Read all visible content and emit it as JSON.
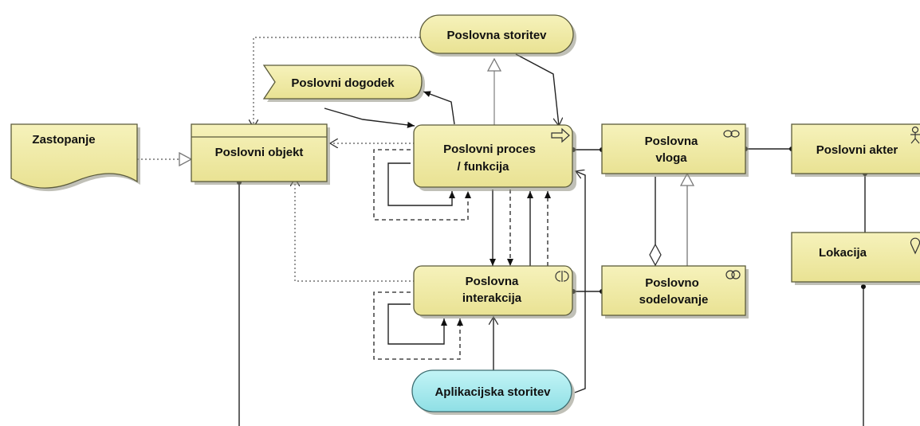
{
  "nodes": {
    "poslovna_storitev": "Poslovna storitev",
    "poslovni_dogodek": "Poslovni dogodek",
    "zastopanje": "Zastopanje",
    "poslovni_objekt": "Poslovni objekt",
    "poslovni_proces_1": "Poslovni proces",
    "poslovni_proces_2": "/ funkcija",
    "poslovna_vloga_1": "Poslovna",
    "poslovna_vloga_2": "vloga",
    "poslovni_akter": "Poslovni akter",
    "lokacija": "Lokacija",
    "poslovna_interakcija_1": "Poslovna",
    "poslovna_interakcija_2": "interakcija",
    "poslovno_sodelovanje_1": "Poslovno",
    "poslovno_sodelovanje_2": "sodelovanje",
    "aplikacijska_storitev": "Aplikacijska storitev"
  },
  "colors": {
    "business": "#f2eda5",
    "application": "#a8ebef"
  }
}
